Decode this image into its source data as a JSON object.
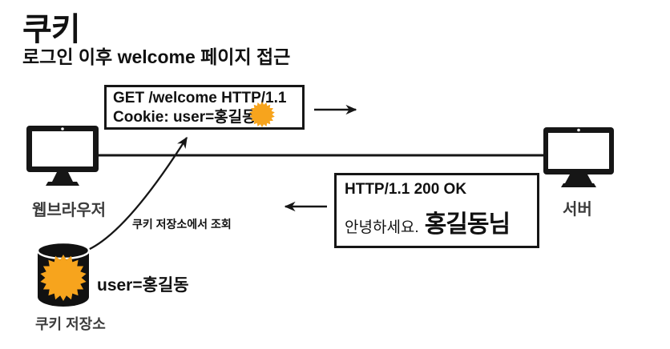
{
  "page": {
    "title": "쿠키",
    "subtitle": "로그인 이후 welcome 페이지 접근"
  },
  "request": {
    "line1": "GET /welcome HTTP/1.1",
    "line2": "Cookie: user=홍길동"
  },
  "response": {
    "line1": "HTTP/1.1 200 OK",
    "greeting": "안녕하세요.",
    "name": "홍길동님"
  },
  "nodes": {
    "browser_label": "웹브라우저",
    "server_label": "서버",
    "cookie_store_label": "쿠키 저장소",
    "cookie_value": "user=홍길동",
    "lookup_note": "쿠키 저장소에서 조회"
  },
  "icons": {
    "request_cookie": "starburst-cookie-icon",
    "store_cookie": "starburst-cookie-icon",
    "browser": "monitor-icon",
    "server": "monitor-icon",
    "cookie_store": "database-cylinder-icon"
  },
  "colors": {
    "cookie_orange": "#F7A41D",
    "ink": "#161616",
    "label_gray": "#3C3C3C"
  }
}
